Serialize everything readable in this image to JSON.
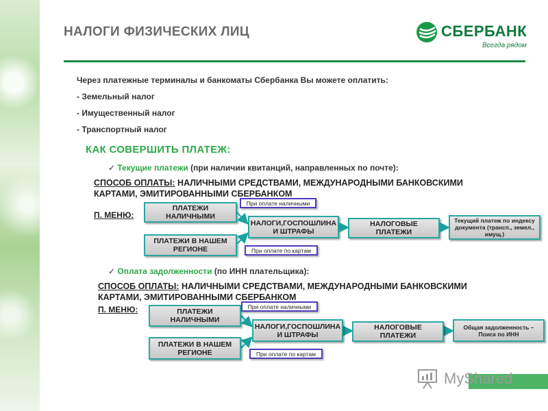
{
  "slide": {
    "title": "НАЛОГИ ФИЗИЧЕСКИХ ЛИЦ",
    "logo_text": "СБЕРБАНК",
    "logo_slogan": "Всегда рядом",
    "intro": "Через платежные терминалы и банкоматы Сбербанка Вы можете оплатить:",
    "taxes": [
      "- Земельный налог",
      "- Имущественный налог",
      "- Транспортный налог"
    ],
    "how_title": "КАК СОВЕРШИТЬ ПЛАТЕЖ:",
    "section1": {
      "bullet_green": "Текущие платежи",
      "bullet_rest": " (при наличии квитанций, направленных по почте):",
      "method_label": "СПОСОБ ОПЛАТЫ:",
      "method_text": " НАЛИЧНЫМИ СРЕДСТВАМИ, МЕЖДУНАРОДНЫМИ БАНКОВСКИМИ КАРТАМИ, ЭМИТИРОВАННЫМИ СБЕРБАНКОМ",
      "menu_label": "П. МЕНЮ:",
      "box_cash": "ПЛАТЕЖИ НАЛИЧНЫМИ",
      "box_region": "ПЛАТЕЖИ В НАШЕМ РЕГИОНЕ",
      "note_cash": "При оплате наличными",
      "note_card": "При оплате по картам",
      "box_taxes": "НАЛОГИ,ГОСПОШЛИНА И ШТРАФЫ",
      "box_tax_payments": "НАЛОГОВЫЕ ПЛАТЕЖИ",
      "box_final": "Текущий платеж по индексу документа (трансп., земел., имущ.)"
    },
    "section2": {
      "bullet_green": "Оплата задолженности",
      "bullet_rest": " (по ИНН плательщика):",
      "method_label": "СПОСОБ ОПЛАТЫ:",
      "method_text": " НАЛИЧНЫМИ СРЕДСТВАМИ, МЕЖДУНАРОДНЫМИ БАНКОВСКИМИ КАРТАМИ, ЭМИТИРОВАННЫМИ СБЕРБАНКОМ",
      "menu_label": "П. МЕНЮ:",
      "box_cash": "ПЛАТЕЖИ НАЛИЧНЫМИ",
      "box_region": "ПЛАТЕЖИ В НАШЕМ РЕГИОНЕ",
      "note_cash": "При оплате наличными",
      "note_card": "При оплате по картам",
      "box_taxes": "НАЛОГИ,ГОСПОШЛИНА И ШТРАФЫ",
      "box_tax_payments": "НАЛОГОВЫЕ ПЛАТЕЖИ",
      "box_final": "Общая задолженность – Поиск по ИНН"
    },
    "watermark": "MyShared"
  },
  "colors": {
    "brand_green": "#0e7a3b",
    "accent_green": "#2ea84a",
    "box_border": "#2aa7a0",
    "note_border": "#4b3dbd"
  },
  "icons": [
    "sberbank-logo-icon",
    "checkmark-icon",
    "arrow-icon",
    "myshared-logo-icon"
  ]
}
